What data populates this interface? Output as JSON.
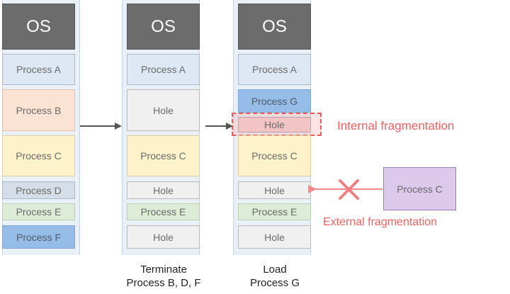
{
  "columns": [
    {
      "blocks": [
        {
          "label": "OS"
        },
        {
          "label": "Process A"
        },
        {
          "label": "Process B"
        },
        {
          "label": "Process C"
        },
        {
          "label": "Process D"
        },
        {
          "label": "Process E"
        },
        {
          "label": "Process F"
        }
      ]
    },
    {
      "caption_line1": "Terminate",
      "caption_line2": "Process B, D, F",
      "blocks": [
        {
          "label": "OS"
        },
        {
          "label": "Process A"
        },
        {
          "label": "Hole"
        },
        {
          "label": "Process C"
        },
        {
          "label": "Hole"
        },
        {
          "label": "Process E"
        },
        {
          "label": "Hole"
        }
      ]
    },
    {
      "caption_line1": "Load",
      "caption_line2": "Process G",
      "blocks": [
        {
          "label": "OS"
        },
        {
          "label": "Process A"
        },
        {
          "label": "Process G"
        },
        {
          "label": "Hole"
        },
        {
          "label": "Process C"
        },
        {
          "label": "Hole"
        },
        {
          "label": "Process E"
        },
        {
          "label": "Hole"
        }
      ]
    }
  ],
  "annotations": {
    "internal": "Internal fragmentation",
    "external": "External fragmentation",
    "incoming_process": "Process C"
  },
  "colors": {
    "os": "#6c6c6c",
    "process_a": "#dde8f4",
    "process_b": "#fbe3d3",
    "process_c": "#fdf2c9",
    "process_d": "#d5dde8",
    "process_e": "#ddecd6",
    "process_f": "#96bde8",
    "process_g": "#96bde8",
    "hole": "#f0f0f0",
    "fragmentation_red": "#f25f5f",
    "incoming_process": "#dcc9ec",
    "arrow": "#555555"
  }
}
